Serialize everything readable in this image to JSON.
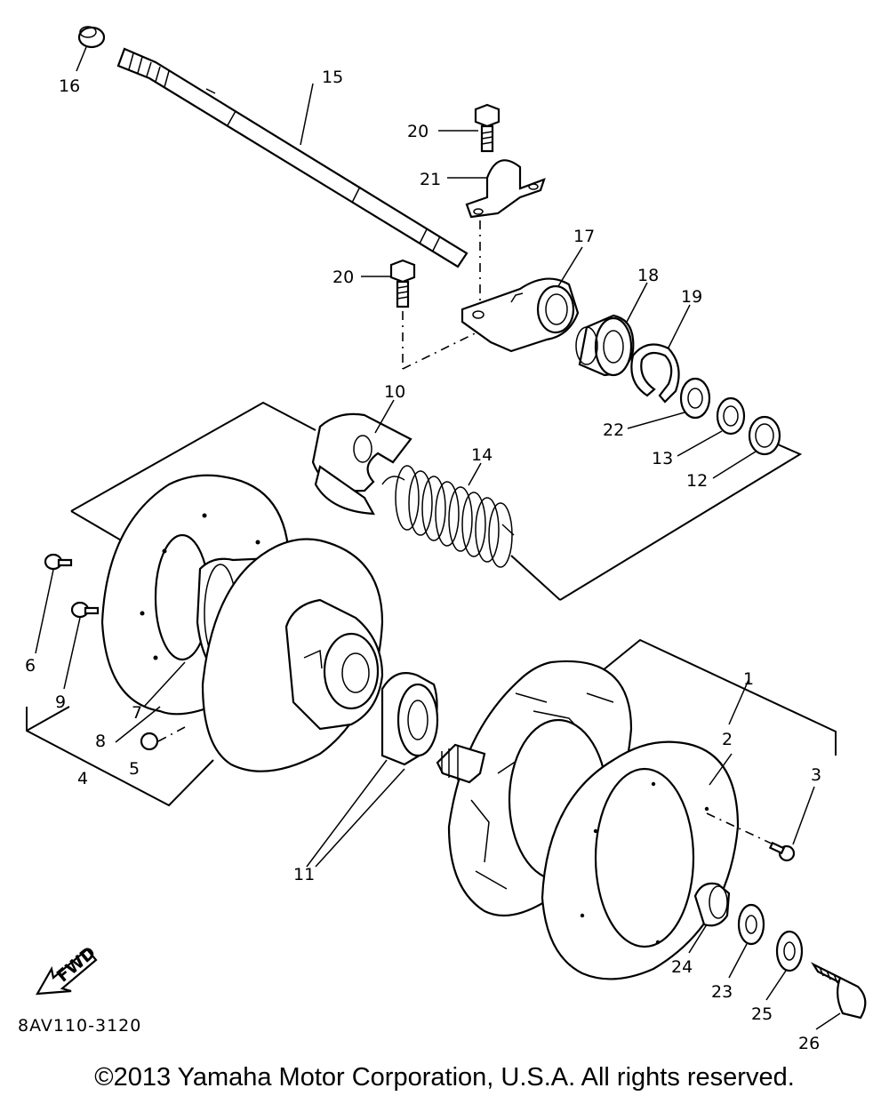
{
  "part_labels": {
    "p1": "1",
    "p2": "2",
    "p3": "3",
    "p4": "4",
    "p5": "5",
    "p6": "6",
    "p7": "7",
    "p8": "8",
    "p9": "9",
    "p10": "10",
    "p11": "11",
    "p12": "12",
    "p13": "13",
    "p14": "14",
    "p15": "15",
    "p16": "16",
    "p17": "17",
    "p18": "18",
    "p19": "19",
    "p20a": "20",
    "p20b": "20",
    "p21": "21",
    "p22": "22",
    "p23": "23",
    "p24": "24",
    "p25": "25",
    "p26": "26"
  },
  "diagram_code": "8AV110-3120",
  "fwd_label": "FWD",
  "copyright": "©2013 Yamaha Motor Corporation, U.S.A. All rights reserved."
}
